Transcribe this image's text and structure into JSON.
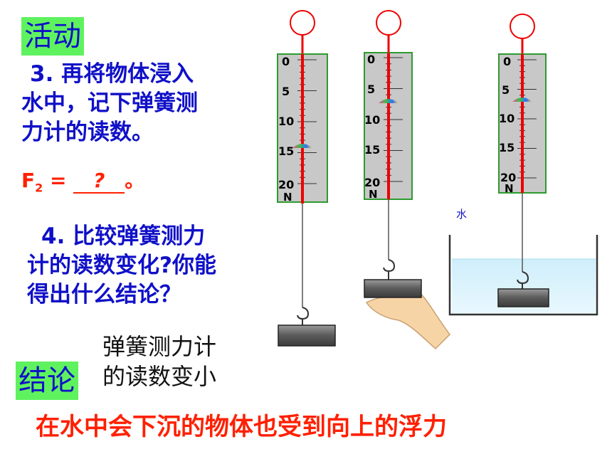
{
  "activity_tag": "活动",
  "step3": {
    "line1": "3. 再将物体浸入",
    "line2": "水中，记下弹簧测",
    "line3": "力计的读数。"
  },
  "f2": {
    "label": "F",
    "sub": "2",
    "eq": " =",
    "answer": "?",
    "end": "。"
  },
  "step4": {
    "line1": "4. 比较弹簧测力",
    "line2": "计的读数变化?你能",
    "line3": "得出什么结论？"
  },
  "conclusion_tag": "结论",
  "conclusion_text": {
    "line1": "弹簧测力计",
    "line2": "的读数变小"
  },
  "bottom_statement": "在水中会下沉的物体也受到向上的浮力",
  "water_label": "水",
  "scale_labels": [
    "0",
    "5",
    "10",
    "15",
    "20"
  ],
  "unit": "N",
  "readings": {
    "scale1": 15,
    "scale2": 6,
    "scale3": 6
  },
  "colors": {
    "accent_blue": "#1010c8",
    "tag_green": "#5ff25f",
    "statement_red": "#ff2000",
    "frame_green": "#2e9a2e",
    "scale_red": "#ee0000"
  }
}
